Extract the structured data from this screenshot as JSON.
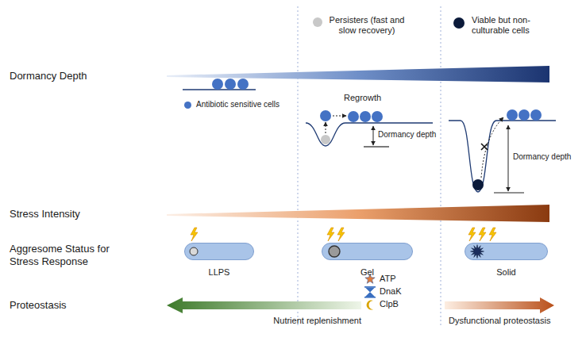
{
  "diagram": {
    "nodes": [
      {
        "text": [
          "LLPS"
        ]
      },
      {
        "text": [
          "Gel"
        ]
      },
      {
        "text": [
          "Solid"
        ]
      }
    ],
    "labels": [
      "Dormancy Depth",
      "Stress Intensity",
      "Aggresome Status for Stress Response",
      "Proteostasis",
      "Regrowth",
      "Dormancy depth",
      "Dormancy depth",
      "Nutrient replenishment",
      "Dysfunctional proteostasis"
    ],
    "legend": [
      {
        "text": "Persisters (fast and slow recovery)",
        "color": "#c8c8c8"
      },
      {
        "text": "Viable but non-culturable cells",
        "color": "#0b1a3a"
      },
      {
        "text": "Antibiotic sensitive cells",
        "color": "#4472c4"
      },
      {
        "text": "ATP"
      },
      {
        "text": "DnaK"
      },
      {
        "text": "ClpB"
      }
    ]
  }
}
